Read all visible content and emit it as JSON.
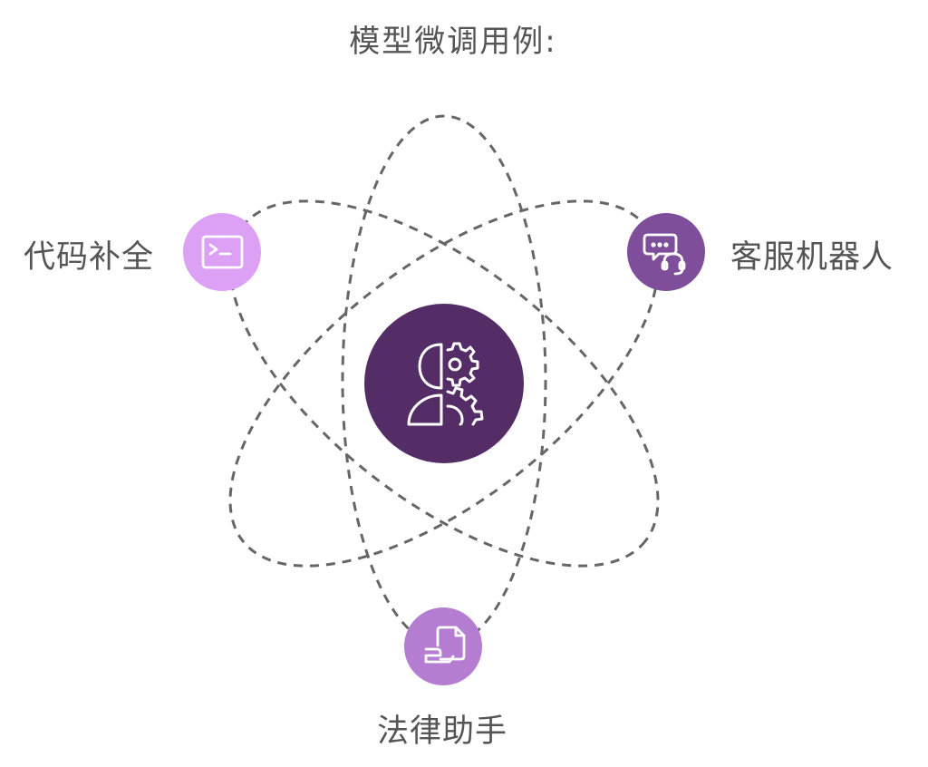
{
  "diagram": {
    "title": "模型微调用例:",
    "center": {
      "icon": "human-gear-icon",
      "color": "#552d66"
    },
    "nodes": [
      {
        "id": "code-completion",
        "label": "代码补全",
        "icon": "terminal-icon",
        "color": "#dca0f5"
      },
      {
        "id": "customer-service-bot",
        "label": "客服机器人",
        "icon": "chat-headset-icon",
        "color": "#7f4e9a"
      },
      {
        "id": "legal-assistant",
        "label": "法律助手",
        "icon": "document-hand-icon",
        "color": "#b47dd2"
      }
    ],
    "orbit_color": "#666666"
  }
}
